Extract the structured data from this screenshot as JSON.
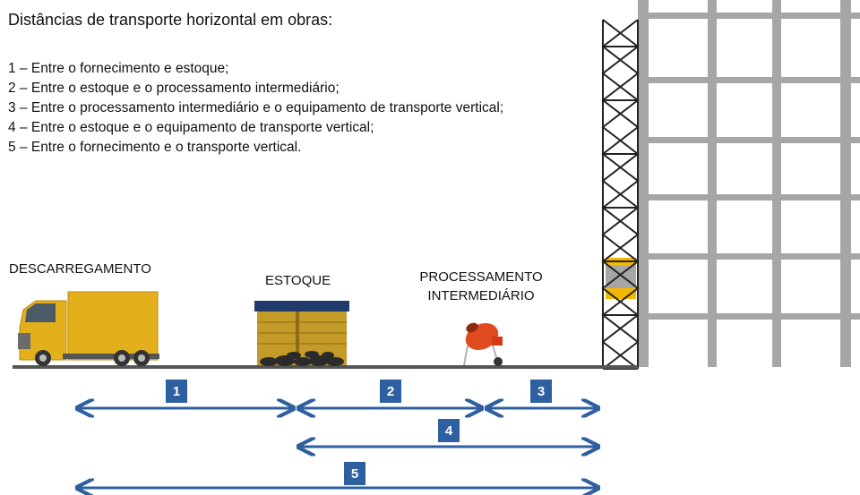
{
  "title": "Distâncias de transporte horizontal em obras:",
  "items": [
    "1 – Entre o fornecimento e estoque;",
    "2 – Entre o estoque e o processamento intermediário;",
    "3 – Entre o processamento intermediário e o equipamento de transporte vertical;",
    "4 – Entre o estoque e o equipamento de transporte vertical;",
    "5 – Entre o fornecimento e o transporte vertical."
  ],
  "stations": {
    "unloading": "DESCARREGAMENTO",
    "stock": "ESTOQUE",
    "processing_line1": "PROCESSAMENTO",
    "processing_line2": "INTERMEDIÁRIO"
  },
  "distances": [
    "1",
    "2",
    "3",
    "4",
    "5"
  ],
  "colors": {
    "arrow": "#2E5FA0",
    "badge": "#2E5FA0",
    "truck": "#E3B01C",
    "building": "#A6A6A6",
    "highlight": "#F5B800"
  }
}
